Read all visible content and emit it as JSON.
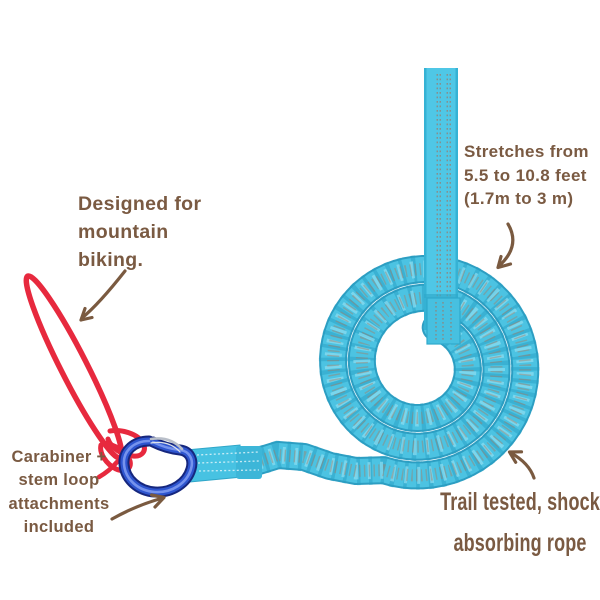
{
  "annotations": {
    "designed_for": "Designed for\nmountain\nbiking.",
    "stretches": "Stretches from\n5.5 to 10.8 feet\n(1.7m to 3 m)",
    "carabiner_included": "Carabiner +\nstem loop\nattachments\nincluded",
    "trail_tested": "Trail tested, shock\nabsorbing rope"
  },
  "product_parts": {
    "rope": "coiled shock absorbing bungee rope",
    "strap": "webbing strap handle",
    "carabiner": "blue wire-gate carabiner",
    "stem_loop": "red stem loop cord"
  },
  "icons": {
    "arrow_to_stem_loop": "curved-arrow-down-left",
    "arrow_to_strap": "curved-arrow-down-left",
    "arrow_to_carabiner": "curved-arrow-up-right",
    "arrow_to_rope": "curved-arrow-up-left"
  },
  "colors": {
    "background": "#ffffff",
    "annotation_text": "#7a5a42",
    "arrow_brown": "#7a5a40",
    "rope_turquoise": "#4cc3e2",
    "rope_shadow": "#28a0c4",
    "rope_highlight": "#93e0f2",
    "stitch_rust": "#b5714f",
    "stem_loop_red": "#e7293e",
    "carabiner_blue": "#2e55cf",
    "carabiner_dark_blue": "#16277e",
    "wire_gate_silver": "#b9bfc9"
  }
}
